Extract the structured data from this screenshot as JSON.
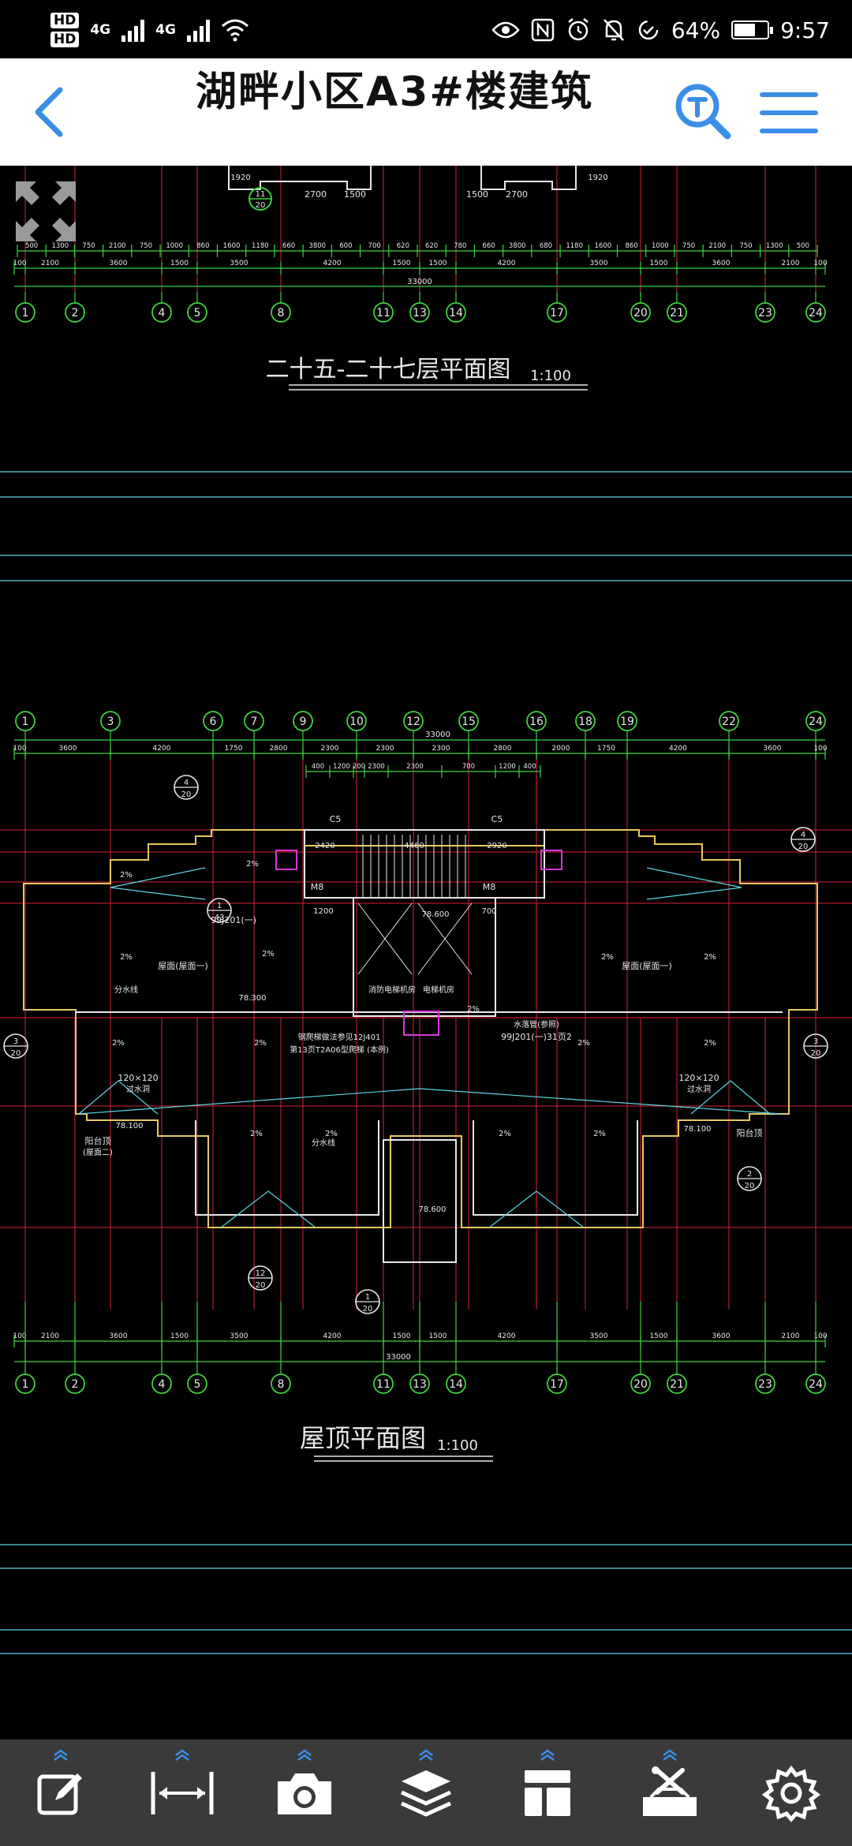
{
  "status_bar": {
    "hd1": "HD",
    "hd2": "HD",
    "network1": "4G",
    "network2": "4G",
    "battery_percent": "64%",
    "time": "9:57",
    "battery_level": 0.64
  },
  "header": {
    "title": "湖畔小区A3#楼建筑",
    "back_icon": "chevron-left-icon",
    "search_icon": "text-search-icon",
    "menu_icon": "hamburger-menu-icon",
    "accent_color": "#3a8ee6"
  },
  "drawing": {
    "upper_plan": {
      "title": "二十五-二十七层平面图",
      "scale": "1:100",
      "axis_labels": [
        "1",
        "2",
        "4",
        "5",
        "8",
        "11",
        "13",
        "14",
        "17",
        "20",
        "21",
        "23",
        "24"
      ],
      "dims_row1": [
        "500",
        "1300",
        "750",
        "2100",
        "750",
        "1000",
        "860",
        "1600",
        "1180",
        "660",
        "3800",
        "600",
        "700",
        "620",
        "620",
        "780",
        "660",
        "3800",
        "680",
        "1180",
        "1600",
        "860",
        "1000",
        "750",
        "2100",
        "750",
        "1300",
        "500"
      ],
      "dims_row2": [
        "100",
        "2100",
        "3600",
        "1500",
        "3500",
        "4200",
        "1500",
        "1500",
        "4200",
        "3500",
        "1500",
        "3600",
        "2100",
        "100"
      ],
      "total": "33000",
      "top_dims": [
        "2700",
        "1500",
        "1500",
        "2700"
      ],
      "top_small": [
        "1920",
        "1920"
      ],
      "detail_ref": [
        "11",
        "20"
      ]
    },
    "roof_plan": {
      "title": "屋顶平面图",
      "scale": "1:100",
      "top_axis_labels": [
        "1",
        "3",
        "6",
        "7",
        "9",
        "10",
        "12",
        "15",
        "16",
        "18",
        "19",
        "22",
        "24"
      ],
      "top_dims": [
        "100",
        "3600",
        "4200",
        "1750",
        "2800",
        "2300",
        "2300",
        "2300",
        "2800",
        "2000",
        "1750",
        "4200",
        "3600",
        "100"
      ],
      "top_total": "33000",
      "top_small": [
        "400",
        "1200",
        "200",
        "2300",
        "2300",
        "700",
        "1200",
        "400"
      ],
      "bottom_axis_labels": [
        "1",
        "2",
        "4",
        "5",
        "8",
        "11",
        "13",
        "14",
        "17",
        "20",
        "21",
        "23",
        "24"
      ],
      "bottom_dims": [
        "100",
        "2100",
        "3600",
        "1500",
        "3500",
        "4200",
        "1500",
        "1500",
        "4200",
        "3500",
        "1500",
        "3600",
        "2100",
        "100"
      ],
      "bottom_total": "33000",
      "annotations": {
        "roof_left": "屋面(屋面一)",
        "roof_right": "屋面(屋面一)",
        "balcony_left": "阳台顶",
        "balcony_left_sub": "(屋面二)",
        "balcony_right": "阳台顶",
        "center_note1": "钢爬梯做法参见12J401",
        "center_note2": "第13页T2A06型爬梯 (本例)",
        "fire_elevator": "消防电梯机房",
        "elevator_room": "电梯机房",
        "gutter_left": "分水线",
        "gutter_right": "分水线",
        "drain_left": "120×120",
        "drain_left_sub": "过水洞",
        "drain_right": "120×120",
        "drain_right_sub": "过水洞",
        "ref_left": "99J201(一)",
        "ref_right": "99J201(一)31页2",
        "ref_right_label": "水落管(参照)",
        "elev_mark1": "78.300",
        "elev_mark2": "78.100",
        "elev_mark3": "78.100",
        "elev_mark4": "78.600",
        "elev_mark5": "78.600",
        "window_c5a": "C5",
        "window_c5b": "C5",
        "m8a": "M8",
        "m8b": "M8",
        "slope": "2%",
        "detail_refs": [
          [
            "4",
            "20"
          ],
          [
            "4",
            "20"
          ],
          [
            "3",
            "20"
          ],
          [
            "3",
            "20"
          ],
          [
            "2",
            "20"
          ],
          [
            "12",
            "20"
          ],
          [
            "1",
            "20"
          ],
          [
            "1",
            "43"
          ]
        ],
        "dim_4460": "4460",
        "dim_2420": "2420",
        "dim_2920": "2920",
        "dim_1200": "1200",
        "dim_700": "700"
      }
    }
  },
  "toolbar": {
    "items": [
      {
        "name": "annotate-icon"
      },
      {
        "name": "measure-icon"
      },
      {
        "name": "camera-icon"
      },
      {
        "name": "layers-icon"
      },
      {
        "name": "layout-icon"
      },
      {
        "name": "tools-icon"
      },
      {
        "name": "settings-icon"
      }
    ],
    "bg_color": "#3a3a3a",
    "arrow_color": "#3a8ee6"
  }
}
